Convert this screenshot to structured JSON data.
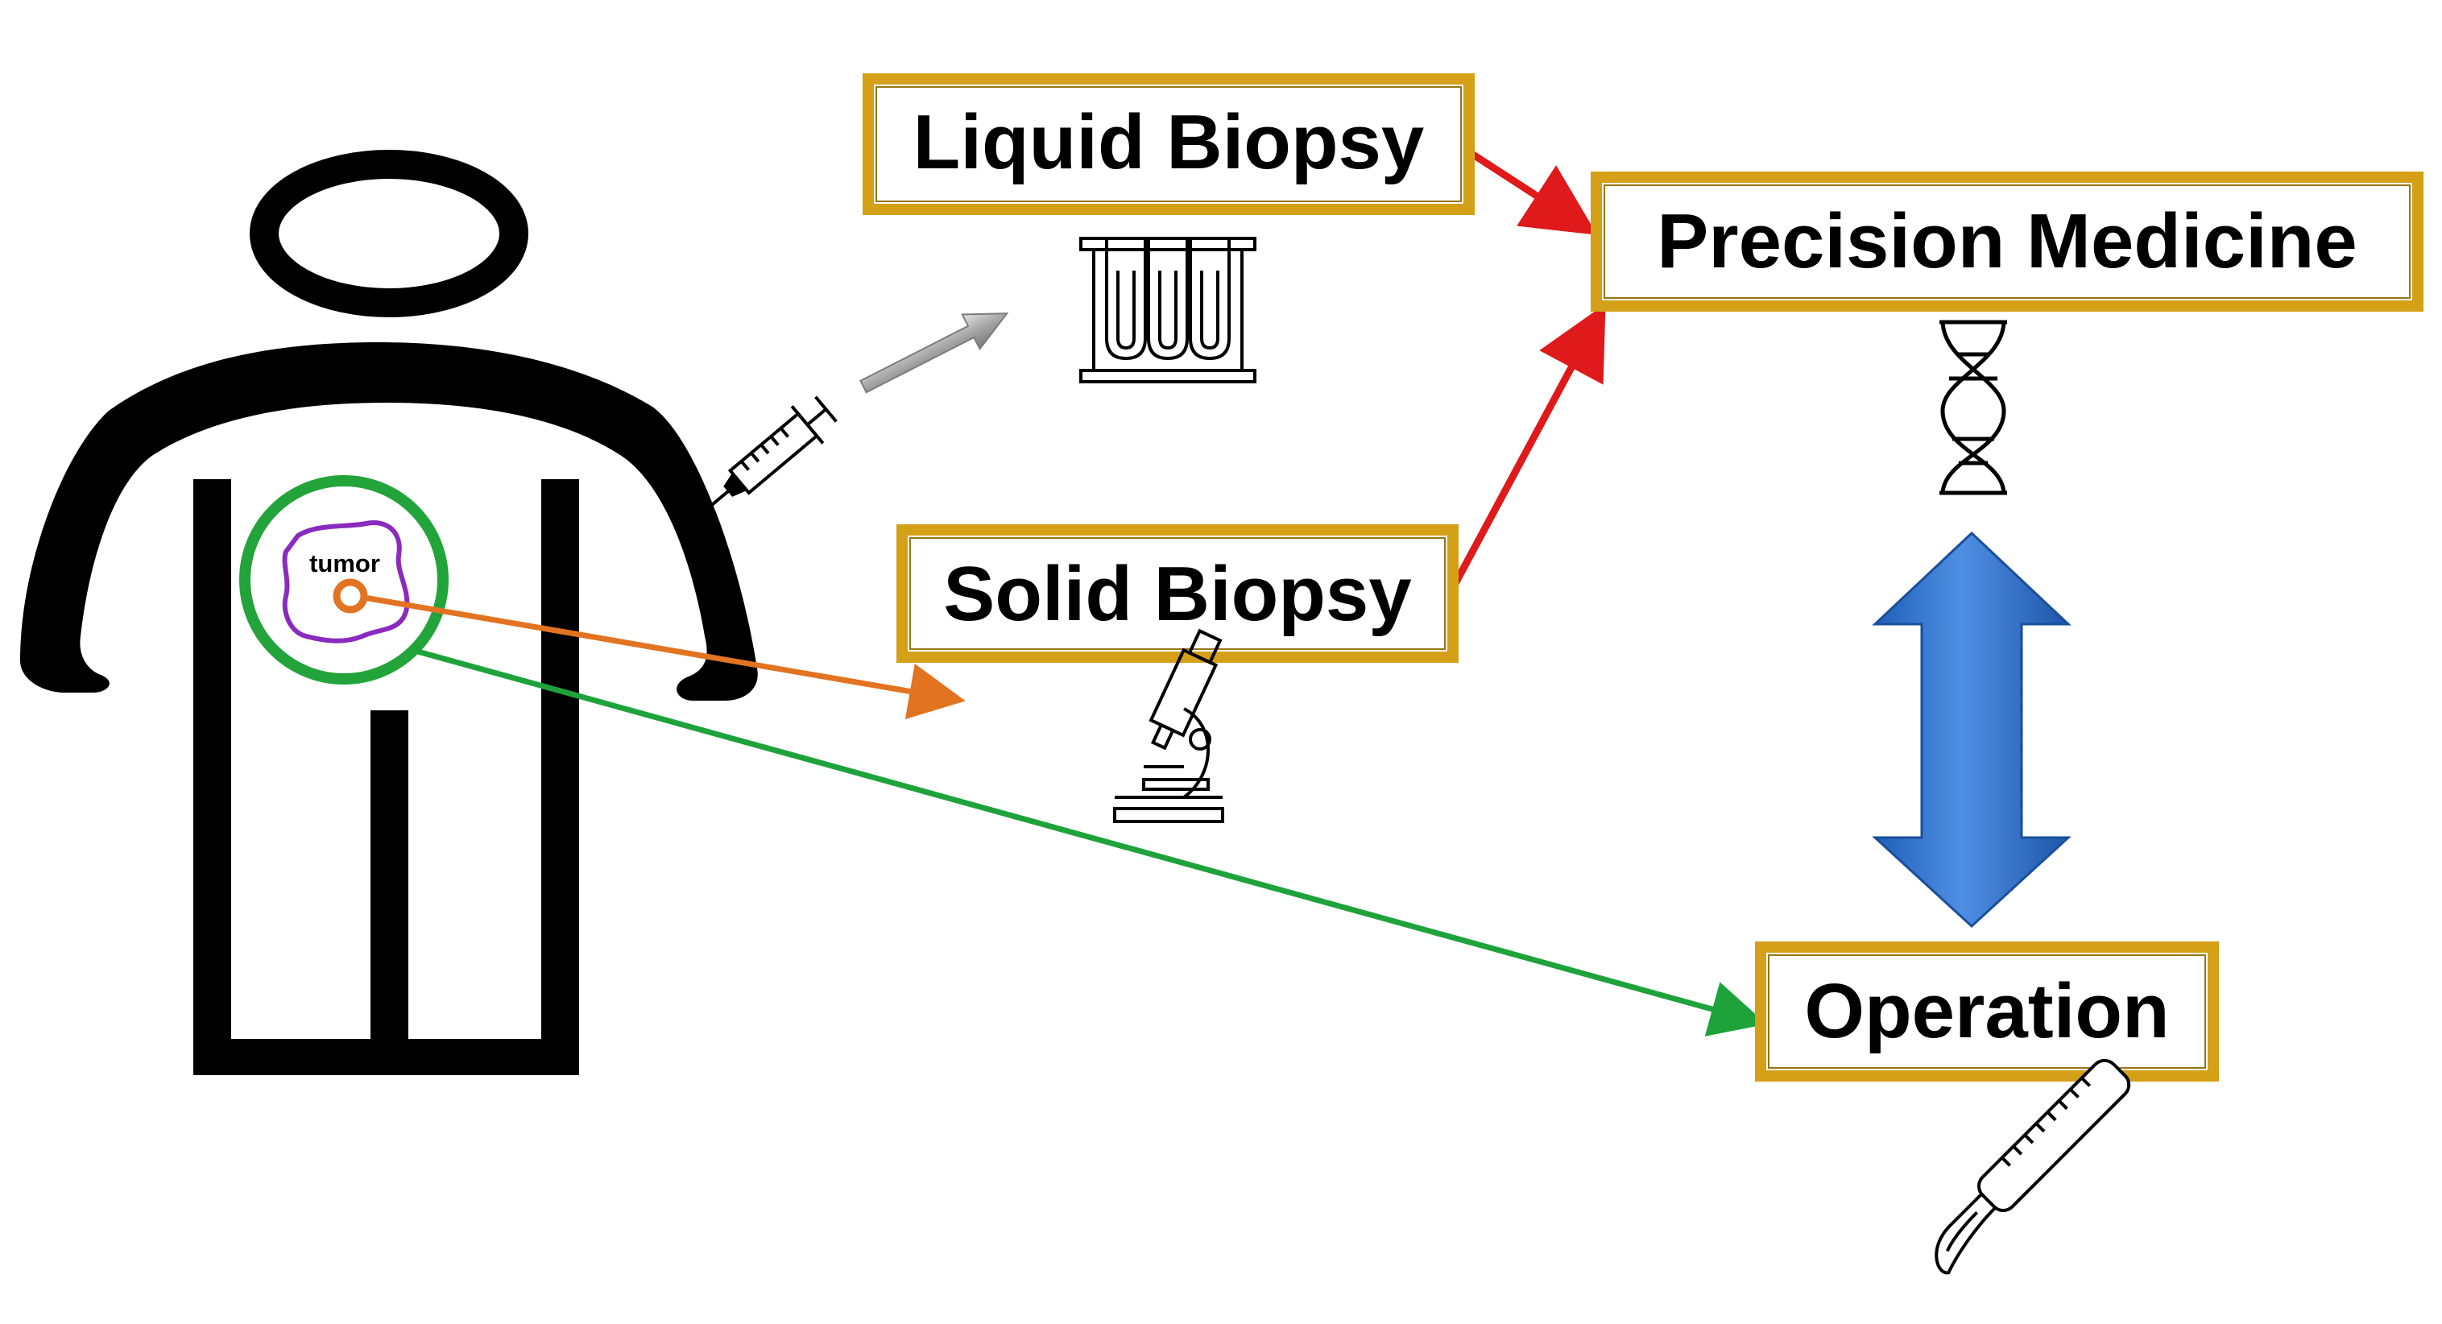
{
  "boxes": {
    "liquid_biopsy": "Liquid Biopsy",
    "precision_medicine": "Precision Medicine",
    "solid_biopsy": "Solid Biopsy",
    "operation": "Operation"
  },
  "labels": {
    "tumor": "tumor"
  },
  "icons": [
    "person-icon",
    "syringe-icon",
    "test-tubes-icon",
    "microscope-icon",
    "dna-icon",
    "scalpel-icon"
  ],
  "colors": {
    "box_border": "#d4a017",
    "box_border_dark": "#9a7410",
    "arrow_red": "#e0191a",
    "arrow_orange": "#e27320",
    "arrow_green": "#1ea33a",
    "arrow_gray": "#a6a6a6",
    "arrow_blue": "#3b78d0",
    "tumor_outline": "#8a2bbf",
    "tumor_circle": "#22a43a"
  }
}
